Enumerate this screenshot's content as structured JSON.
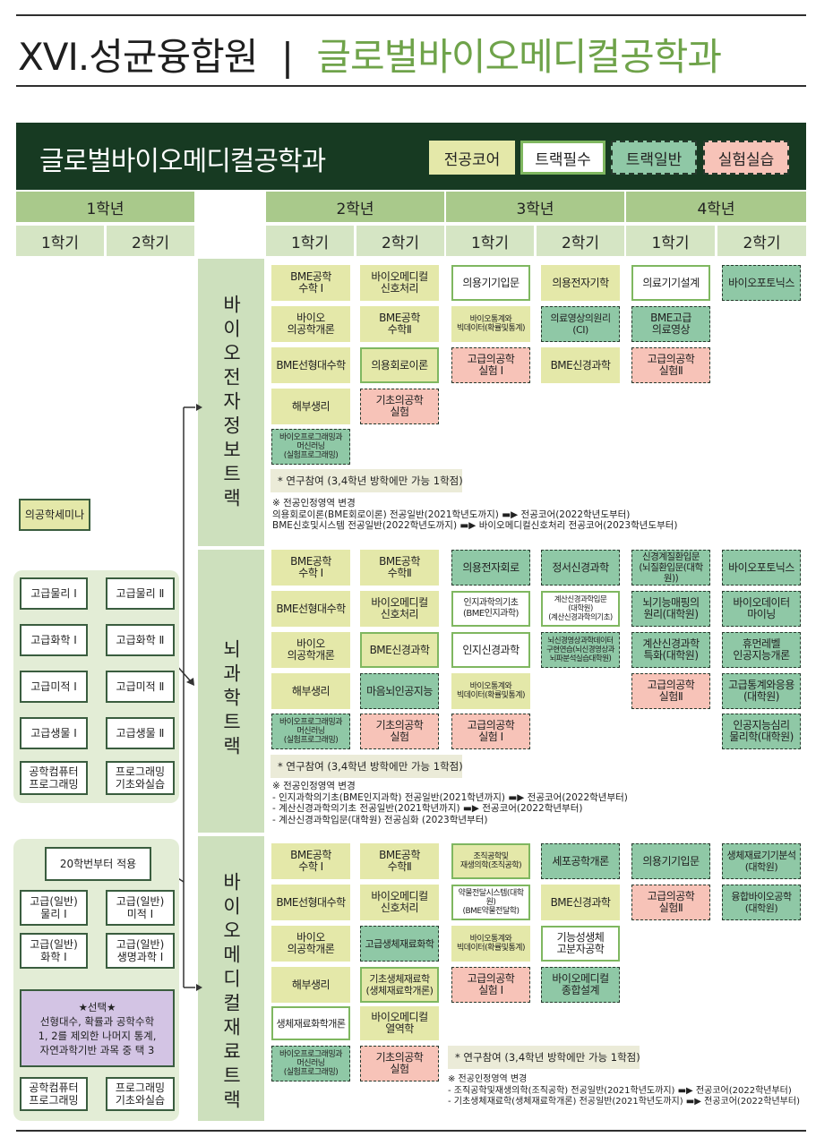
{
  "page": {
    "title_prefix": "XVI.성균융합원",
    "title_sep": "|",
    "title_dept": "글로벌바이오메디컬공학과"
  },
  "banner": {
    "title": "글로벌바이오메디컬공학과"
  },
  "legend": [
    "전공코어",
    "트랙필수",
    "트랙일반",
    "실험실습"
  ],
  "colors": {
    "core": "#e4e8a9",
    "required_border": "#7fb760",
    "general": "#8fc8a6",
    "lab": "#f7c3b8",
    "banner": "#173a22",
    "title_accent": "#6fa34a",
    "track": "#cde0bd",
    "select": "#d3c4e4"
  },
  "years": [
    "1학년",
    "2학년",
    "3학년",
    "4학년"
  ],
  "semesters": [
    "1학기",
    "2학기",
    "1학기",
    "2학기",
    "1학기",
    "2학기",
    "1학기",
    "2학기"
  ],
  "left": {
    "seminar": "의공학세미나",
    "group1": [
      [
        "고급물리 Ⅰ",
        "고급물리 Ⅱ"
      ],
      [
        "고급화학 Ⅰ",
        "고급화학 Ⅱ"
      ],
      [
        "고급미적 Ⅰ",
        "고급미적 Ⅱ"
      ],
      [
        "고급생물 Ⅰ",
        "고급생물 Ⅱ"
      ],
      [
        "공학컴퓨터\n프로그래밍",
        "프로그래밍\n기초와실습"
      ]
    ],
    "group2_header": "20학번부터 적용",
    "group2": [
      [
        "고급(일반)\n물리 Ⅰ",
        "고급(일반)\n미적 Ⅰ"
      ],
      [
        "고급(일반)\n화학 Ⅰ",
        "고급(일반)\n생명과학 Ⅰ"
      ]
    ],
    "select_box": "★선택★\n선형대수, 확률과 공학수학\n1, 2를 제외한 나머지 통계,\n자연과학기반 과목 중 택 3",
    "group2_last": [
      "공학컴퓨터\n프로그래밍",
      "프로그래밍\n기초와실습"
    ]
  },
  "tracks": [
    {
      "label": "바이오전자정보트랙",
      "courses": [
        {
          "t": "BME공학\n수학 Ⅰ",
          "k": "core"
        },
        {
          "t": "바이오\n의공학개론",
          "k": "core"
        },
        {
          "t": "BME선형대수학",
          "k": "core"
        },
        {
          "t": "해부생리",
          "k": "core"
        },
        {
          "t": "바이오프로그래밍과\n머신러닝\n(실험프로그래밍)",
          "k": "gen"
        },
        {
          "t": "바이오메디컬\n신호처리",
          "k": "core"
        },
        {
          "t": "BME공학\n수학Ⅱ",
          "k": "core"
        },
        {
          "t": "의용회로이론",
          "k": "core hl"
        },
        {
          "t": "기초의공학\n실험",
          "k": "lab"
        },
        {
          "t": "의용기기입문",
          "k": "req"
        },
        {
          "t": "바이오통계와\n빅데이터(확률및통계)",
          "k": "core"
        },
        {
          "t": "고급의공학\n실험 Ⅰ",
          "k": "lab"
        },
        {
          "t": "의용전자기학",
          "k": "core"
        },
        {
          "t": "의료영상의원리(CI)",
          "k": "gen"
        },
        {
          "t": "BME신경과학",
          "k": "core"
        },
        {
          "t": "의료기기설계",
          "k": "req"
        },
        {
          "t": "BME고급\n의료영상",
          "k": "gen"
        },
        {
          "t": "고급의공학\n실험Ⅱ",
          "k": "lab"
        },
        {
          "t": "바이오포토닉스",
          "k": "gen"
        }
      ],
      "star_note": "* 연구참여 (3,4학년 방학에만 가능 1학점)",
      "change_notes": "※ 전공인정영역 변경\n의용회로이론(BME회로이론) 전공일반(2021학년도까지) ▬▶ 전공코어(2022학년도부터)\nBME신호및시스템 전공일반(2022학년도까지) ▬▶ 바이오메디컬신호처리 전공코어(2023학년도부터)"
    },
    {
      "label": "뇌과학트랙",
      "courses": [
        {
          "t": "BME공학\n수학 Ⅰ",
          "k": "core"
        },
        {
          "t": "BME선형대수학",
          "k": "core"
        },
        {
          "t": "바이오\n의공학개론",
          "k": "core"
        },
        {
          "t": "해부생리",
          "k": "core"
        },
        {
          "t": "바이오프로그래밍과\n머신러닝\n(실험프로그래밍)",
          "k": "gen"
        },
        {
          "t": "BME공학\n수학Ⅱ",
          "k": "core"
        },
        {
          "t": "바이오메디컬\n신호처리",
          "k": "core"
        },
        {
          "t": "BME신경과학",
          "k": "core hl"
        },
        {
          "t": "마음뇌인공지능",
          "k": "gen"
        },
        {
          "t": "기초의공학\n실험",
          "k": "lab"
        },
        {
          "t": "의용전자회로",
          "k": "gen"
        },
        {
          "t": "인지과학의기초\n(BME인지과학)",
          "k": "req"
        },
        {
          "t": "인지신경과학",
          "k": "req"
        },
        {
          "t": "바이오통계와\n빅데이터(확률및통계)",
          "k": "core"
        },
        {
          "t": "고급의공학\n실험 Ⅰ",
          "k": "lab"
        },
        {
          "t": "정서신경과학",
          "k": "gen"
        },
        {
          "t": "계산신경과학입문\n(대학원)\n(계산신경과학의기초)",
          "k": "req"
        },
        {
          "t": "뇌신경영상과학데이터\n구현연습(뇌신경영상과\n뇌파분석실습대학원)",
          "k": "gen"
        },
        {
          "t": "신경계질환입문\n(뇌질환입문(대학원))",
          "k": "gen"
        },
        {
          "t": "뇌기능매핑의\n원리(대학원)",
          "k": "gen"
        },
        {
          "t": "계산신경과학\n특화(대학원)",
          "k": "gen"
        },
        {
          "t": "고급의공학\n실험Ⅱ",
          "k": "lab"
        },
        {
          "t": "바이오포토닉스",
          "k": "gen"
        },
        {
          "t": "바이오데이터\n마이닝",
          "k": "gen"
        },
        {
          "t": "휴먼레벨\n인공지능개론",
          "k": "gen"
        },
        {
          "t": "고급통계와응용\n(대학원)",
          "k": "gen"
        },
        {
          "t": "인공지능심리\n물리학(대학원)",
          "k": "gen"
        }
      ],
      "star_note": "* 연구참여 (3,4학년 방학에만 가능 1학점)",
      "change_notes": "※ 전공인정영역 변경\n- 인지과학의기초(BME인지과학) 전공일반(2021학년까지) ▬▶ 전공코어(2022학년부터)\n- 계산신경과학의기초 전공일반(2021학년까지) ▬▶ 전공코어(2022학년부터)\n- 계산신경과학입문(대학원) 전공심화 (2023학년부터)"
    },
    {
      "label": "바이오메디컬재료트랙",
      "courses": [
        {
          "t": "BME공학\n수학 Ⅰ",
          "k": "core"
        },
        {
          "t": "BME선형대수학",
          "k": "core"
        },
        {
          "t": "바이오\n의공학개론",
          "k": "core"
        },
        {
          "t": "해부생리",
          "k": "core"
        },
        {
          "t": "생체재료화학개론",
          "k": "req"
        },
        {
          "t": "바이오프로그래밍과\n머신러닝\n(실험프로그래밍)",
          "k": "gen"
        },
        {
          "t": "BME공학\n수학Ⅱ",
          "k": "core"
        },
        {
          "t": "바이오메디컬\n신호처리",
          "k": "core"
        },
        {
          "t": "고급생체재료화학",
          "k": "gen"
        },
        {
          "t": "기초생체재료학\n(생체재료학개론)",
          "k": "core hl"
        },
        {
          "t": "바이오메디컬\n열역학",
          "k": "core"
        },
        {
          "t": "기초의공학\n실험",
          "k": "lab"
        },
        {
          "t": "조직공학및\n재생의학(조직공학)",
          "k": "core hl"
        },
        {
          "t": "약물전달시스템(대학원)\n(BME약물전달학)",
          "k": "req"
        },
        {
          "t": "바이오통계와\n빅데이터(확률및통계)",
          "k": "core"
        },
        {
          "t": "고급의공학\n실험 Ⅰ",
          "k": "lab"
        },
        {
          "t": "세포공학개론",
          "k": "gen"
        },
        {
          "t": "BME신경과학",
          "k": "core"
        },
        {
          "t": "기능성생체\n고분자공학",
          "k": "req"
        },
        {
          "t": "바이오메디컬\n종합설계",
          "k": "gen"
        },
        {
          "t": "의용기기입문",
          "k": "gen"
        },
        {
          "t": "고급의공학\n실험Ⅱ",
          "k": "lab"
        },
        {
          "t": "생체재료기기분석\n(대학원)",
          "k": "gen"
        },
        {
          "t": "융합바이오공학\n(대학원)",
          "k": "gen"
        }
      ],
      "star_note": "* 연구참여 (3,4학년 방학에만 가능 1학점)",
      "change_notes": "※ 전공인정영역 변경\n- 조직공학및재생의학(조직공학) 전공일반(2021학년도까지) ▬▶ 전공코어(2022학년부터)\n- 기초생체재료학(생체재료학개론) 전공일반(2021학년도까지) ▬▶ 전공코어(2022학년부터)"
    }
  ]
}
